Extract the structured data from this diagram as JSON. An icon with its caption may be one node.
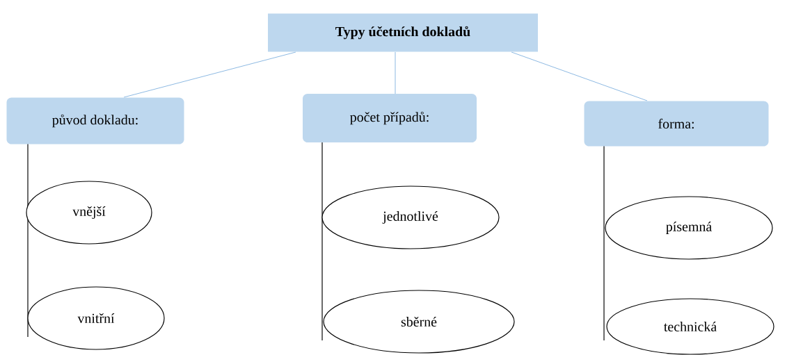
{
  "diagram": {
    "nodes": [
      {
        "text": [
          "Typy účetních dokladů"
        ]
      },
      {
        "text": [
          "původ dokladu:"
        ]
      },
      {
        "text": [
          "počet případů:"
        ]
      },
      {
        "text": [
          "forma:"
        ]
      },
      {
        "text": [
          "vnější"
        ]
      },
      {
        "text": [
          "vnitřní"
        ]
      },
      {
        "text": [
          "jednotlivé"
        ]
      },
      {
        "text": [
          "sběrné"
        ]
      },
      {
        "text": [
          "písemná"
        ]
      },
      {
        "text": [
          "technická"
        ]
      }
    ],
    "edges": [
      {
        "from": 0,
        "to": 1,
        "arrow": "none",
        "color": "#5b9bd5"
      },
      {
        "from": 0,
        "to": 2,
        "arrow": "none",
        "color": "#5b9bd5"
      },
      {
        "from": 0,
        "to": 3,
        "arrow": "none",
        "color": "#5b9bd5"
      },
      {
        "from": 1,
        "to": 4,
        "arrow": "none"
      },
      {
        "from": 1,
        "to": 5,
        "arrow": "none"
      },
      {
        "from": 2,
        "to": 6,
        "arrow": "none"
      },
      {
        "from": 2,
        "to": 7,
        "arrow": "none"
      },
      {
        "from": 3,
        "to": 8,
        "arrow": "none"
      },
      {
        "from": 3,
        "to": 9,
        "arrow": "none"
      }
    ]
  }
}
